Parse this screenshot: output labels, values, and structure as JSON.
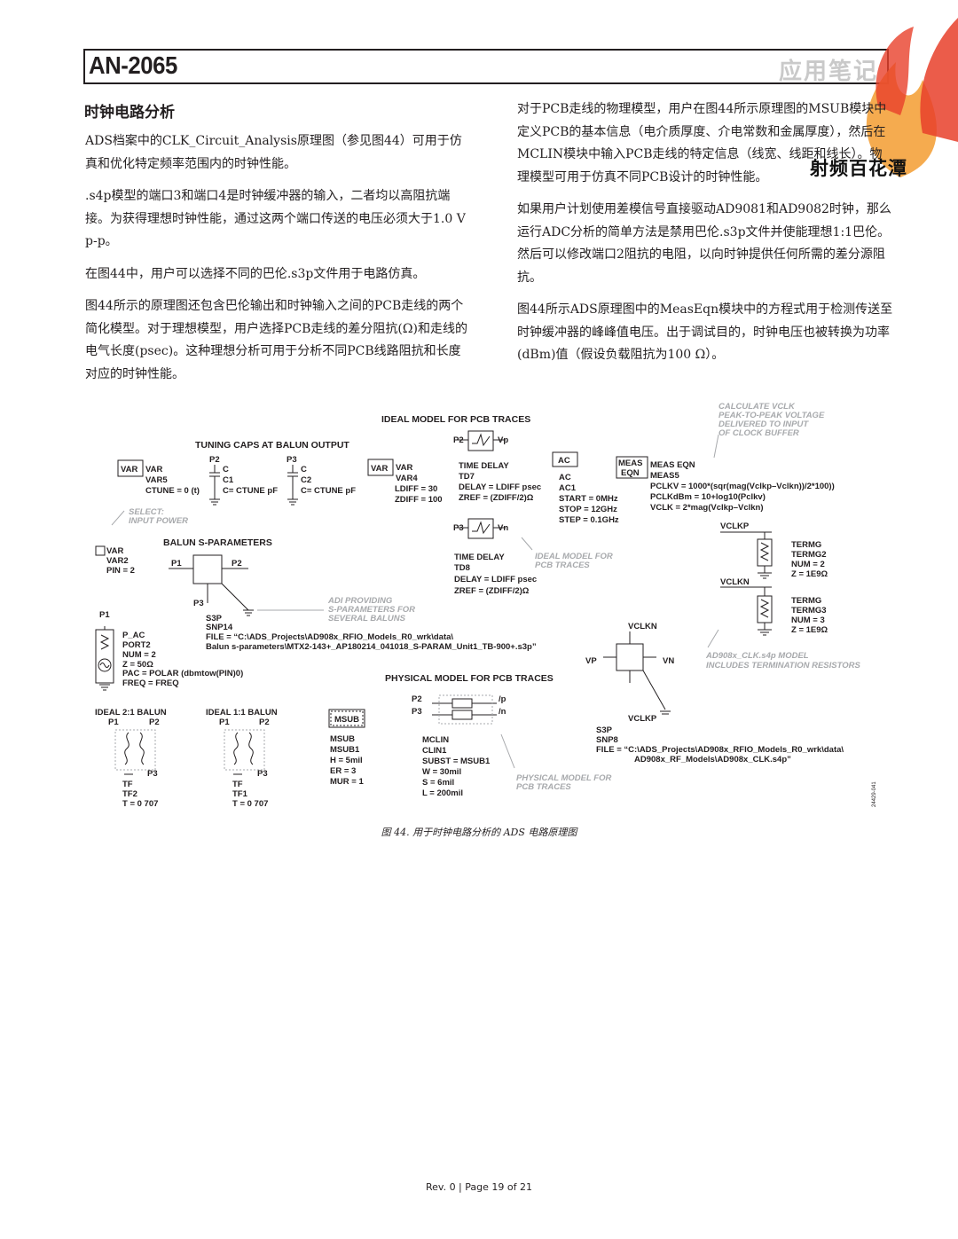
{
  "header": {
    "doc_id": "AN-2065",
    "app_note": "应用笔记"
  },
  "logo": {
    "text": "射频百花潭"
  },
  "section_title": "时钟电路分析",
  "left_paragraphs": [
    "ADS档案中的CLK_Circuit_Analysis原理图（参见图44）可用于仿真和优化特定频率范围内的时钟性能。",
    ".s4p模型的端口3和端口4是时钟缓冲器的输入，二者均以高阻抗端接。为获得理想时钟性能，通过这两个端口传送的电压必须大于1.0 V p-p。",
    "在图44中，用户可以选择不同的巴伦.s3p文件用于电路仿真。",
    "图44所示的原理图还包含巴伦输出和时钟输入之间的PCB走线的两个简化模型。对于理想模型，用户选择PCB走线的差分阻抗(Ω)和走线的电气长度(psec)。这种理想分析可用于分析不同PCB线路阻抗和长度对应的时钟性能。"
  ],
  "right_paragraphs": [
    "对于PCB走线的物理模型，用户在图44所示原理图的MSUB模块中定义PCB的基本信息（电介质厚度、介电常数和金属厚度），然后在MCLIN模块中输入PCB走线的特定信息（线宽、线距和线长）。物理模型可用于仿真不同PCB设计的时钟性能。",
    "如果用户计划使用差模信号直接驱动AD9081和AD9082时钟，那么运行ADC分析的简单方法是禁用巴伦.s3p文件并使能理想1:1巴伦。然后可以修改端口2阻抗的电阻，以向时钟提供任何所需的差分源阻抗。",
    "图44所示ADS原理图中的MeasEqn模块中的方程式用于检测传送至时钟缓冲器的峰峰值电压。出于调试目的，时钟电压也被转换为功率(dBm)值（假设负载阻抗为100 Ω）。"
  ],
  "figure": {
    "ideal_model_title": "IDEAL MODEL FOR PCB TRACES",
    "tuning_caps_title": "TUNING CAPS AT BALUN OUTPUT",
    "calc_note": [
      "CALCULATE VCLK",
      "PEAK-TO-PEAK VOLTAGE",
      "DELIVERED TO INPUT",
      "OF CLOCK BUFFER"
    ],
    "var5": [
      "VAR",
      "VAR5",
      "CTUNE = 0 (t)"
    ],
    "c1": [
      "P2",
      "C",
      "C1",
      "C= CTUNE pF"
    ],
    "c2": [
      "P3",
      "C",
      "C2",
      "C= CTUNE pF"
    ],
    "var4": [
      "VAR",
      "VAR4",
      "LDIFF = 30",
      "ZDIFF = 100"
    ],
    "td7": [
      "P2",
      "Vp",
      "TIME DELAY",
      "TD7",
      "DELAY = LDIFF psec",
      "ZREF = (ZDIFF/2)Ω"
    ],
    "ac1": [
      "AC",
      "AC",
      "AC1",
      "START = 0MHz",
      "STOP = 12GHz",
      "STEP = 0.1GHz"
    ],
    "meas": [
      "MEAS",
      "EQN",
      "MEAS EQN",
      "MEAS5",
      "PCLKV = 1000*(sqr(mag(Vclkp–Vclkn))/2*100))",
      "PCLKdBm = 10+log10(Pclkv)",
      "VCLK = 2*mag(Vclkp–Vclkn)"
    ],
    "select_note": [
      "SELECT:",
      "INPUT POWER"
    ],
    "var2": [
      "VAR",
      "VAR2",
      "PIN = 2"
    ],
    "balun_title": "BALUN S-PARAMETERS",
    "balun_ports": [
      "P1",
      "P2",
      "P3"
    ],
    "td8": [
      "P3",
      "Vn",
      "TIME DELAY",
      "TD8",
      "DELAY = LDIFF psec",
      "ZREF = (ZDIFF/2)Ω"
    ],
    "ideal_note": [
      "IDEAL MODEL FOR",
      "PCB TRACES"
    ],
    "vclkp_label": "VCLKP",
    "vclkn_label": "VCLKN",
    "termg2": [
      "TERMG",
      "TERMG2",
      "NUM = 2",
      "Z = 1E9Ω"
    ],
    "termg3": [
      "TERMG",
      "TERMG3",
      "NUM = 3",
      "Z = 1E9Ω"
    ],
    "adi_note": [
      "ADI PROVIDING",
      "S-PARAMETERS FOR",
      "SEVERAL BALUNS"
    ],
    "snp14": [
      "S3P",
      "SNP14",
      "FILE = “C:\\ADS_Projects\\AD908x_RFIO_Models_R0_wrk\\data\\",
      "Balun s-parameters\\MTX2-143+_AP180214_041018_S-PARAM_Unit1_TB-900+.s3p”"
    ],
    "port2": [
      "P1",
      "P_AC",
      "PORT2",
      "NUM = 2",
      "Z = 50Ω",
      "PAC = POLAR (dbmtow(PIN)0)",
      "FREQ = FREQ"
    ],
    "model_note": [
      "AD908x_CLK.s4p MODEL",
      "INCLUDES TERMINATION RESISTORS"
    ],
    "snp8_ports": [
      "VCLKN",
      "VP",
      "VN",
      "VCLKP"
    ],
    "physical_title": "PHYSICAL MODEL FOR PCB TRACES",
    "tf2": [
      "IDEAL 2:1 BALUN",
      "P1",
      "P2",
      "P3",
      "TF",
      "TF2",
      "T = 0 707"
    ],
    "tf1": [
      "IDEAL 1:1 BALUN",
      "P1",
      "P2",
      "P3",
      "TF",
      "TF1",
      "T = 0 707"
    ],
    "msub": [
      "MSUB",
      "MSUB",
      "MSUB1",
      "H = 5mil",
      "ER = 3",
      "MUR = 1"
    ],
    "mclin": [
      "P2",
      "P3",
      "/p",
      "/n",
      "MCLIN",
      "CLIN1",
      "SUBST = MSUB1",
      "W = 30mil",
      "S = 6mil",
      "L = 200mil"
    ],
    "phys_note": [
      "PHYSICAL MODEL FOR",
      "PCB TRACES"
    ],
    "snp8": [
      "S3P",
      "SNP8",
      "FILE = “C:\\ADS_Projects\\AD908x_RFIO_Models_R0_wrk\\data\\",
      "AD908x_RF_Models\\AD908x_CLK.s4p”"
    ],
    "fig_id": "24429-041"
  },
  "caption": "图 44. 用于时钟电路分析的 ADS 电路原理图",
  "footer": "Rev. 0 | Page  19  of 21",
  "colors": {
    "text": "#231f20",
    "annotation": "#a7a9ac",
    "logo_red": "#e8402a",
    "logo_orange": "#f4a23c"
  }
}
